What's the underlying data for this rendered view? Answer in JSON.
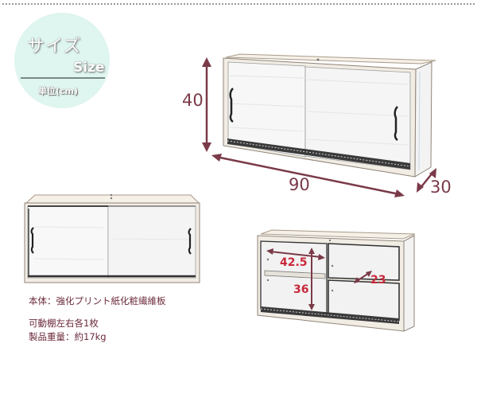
{
  "header": {
    "title_jp": "サイズ",
    "title_en": "Size",
    "unit": "単位(cm)"
  },
  "dimensions": {
    "height": "40",
    "width": "90",
    "depth": "30"
  },
  "interior": {
    "shelf_width": "42.5",
    "shelf_height": "36",
    "shelf_depth": "23"
  },
  "specs": {
    "material": "本体：強化プリント紙化粧繊維板",
    "shelves": "可動棚左右各1枚",
    "weight": "製品重量：約17kg"
  },
  "colors": {
    "badge_bg": "#dff5ef",
    "dimension_arrow": "#7a3a48",
    "interior_label": "#c8283c",
    "spec_text": "#6b2a3a"
  }
}
